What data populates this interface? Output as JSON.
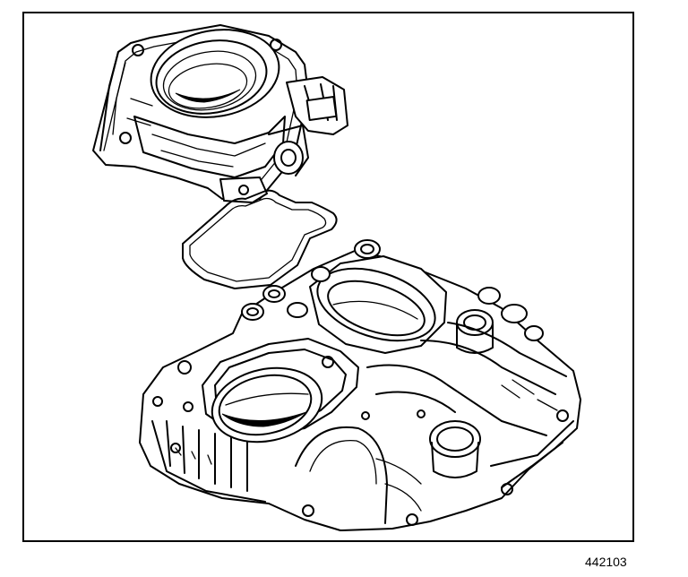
{
  "figure": {
    "id_label": "442103"
  },
  "parts": [
    {
      "name": "throttle-body",
      "icon": "throttle-body-illustration"
    },
    {
      "name": "gasket",
      "icon": "gasket-illustration"
    },
    {
      "name": "intake-manifold",
      "icon": "intake-manifold-illustration"
    }
  ],
  "colors": {
    "ink": "#000000",
    "paper": "#ffffff"
  }
}
